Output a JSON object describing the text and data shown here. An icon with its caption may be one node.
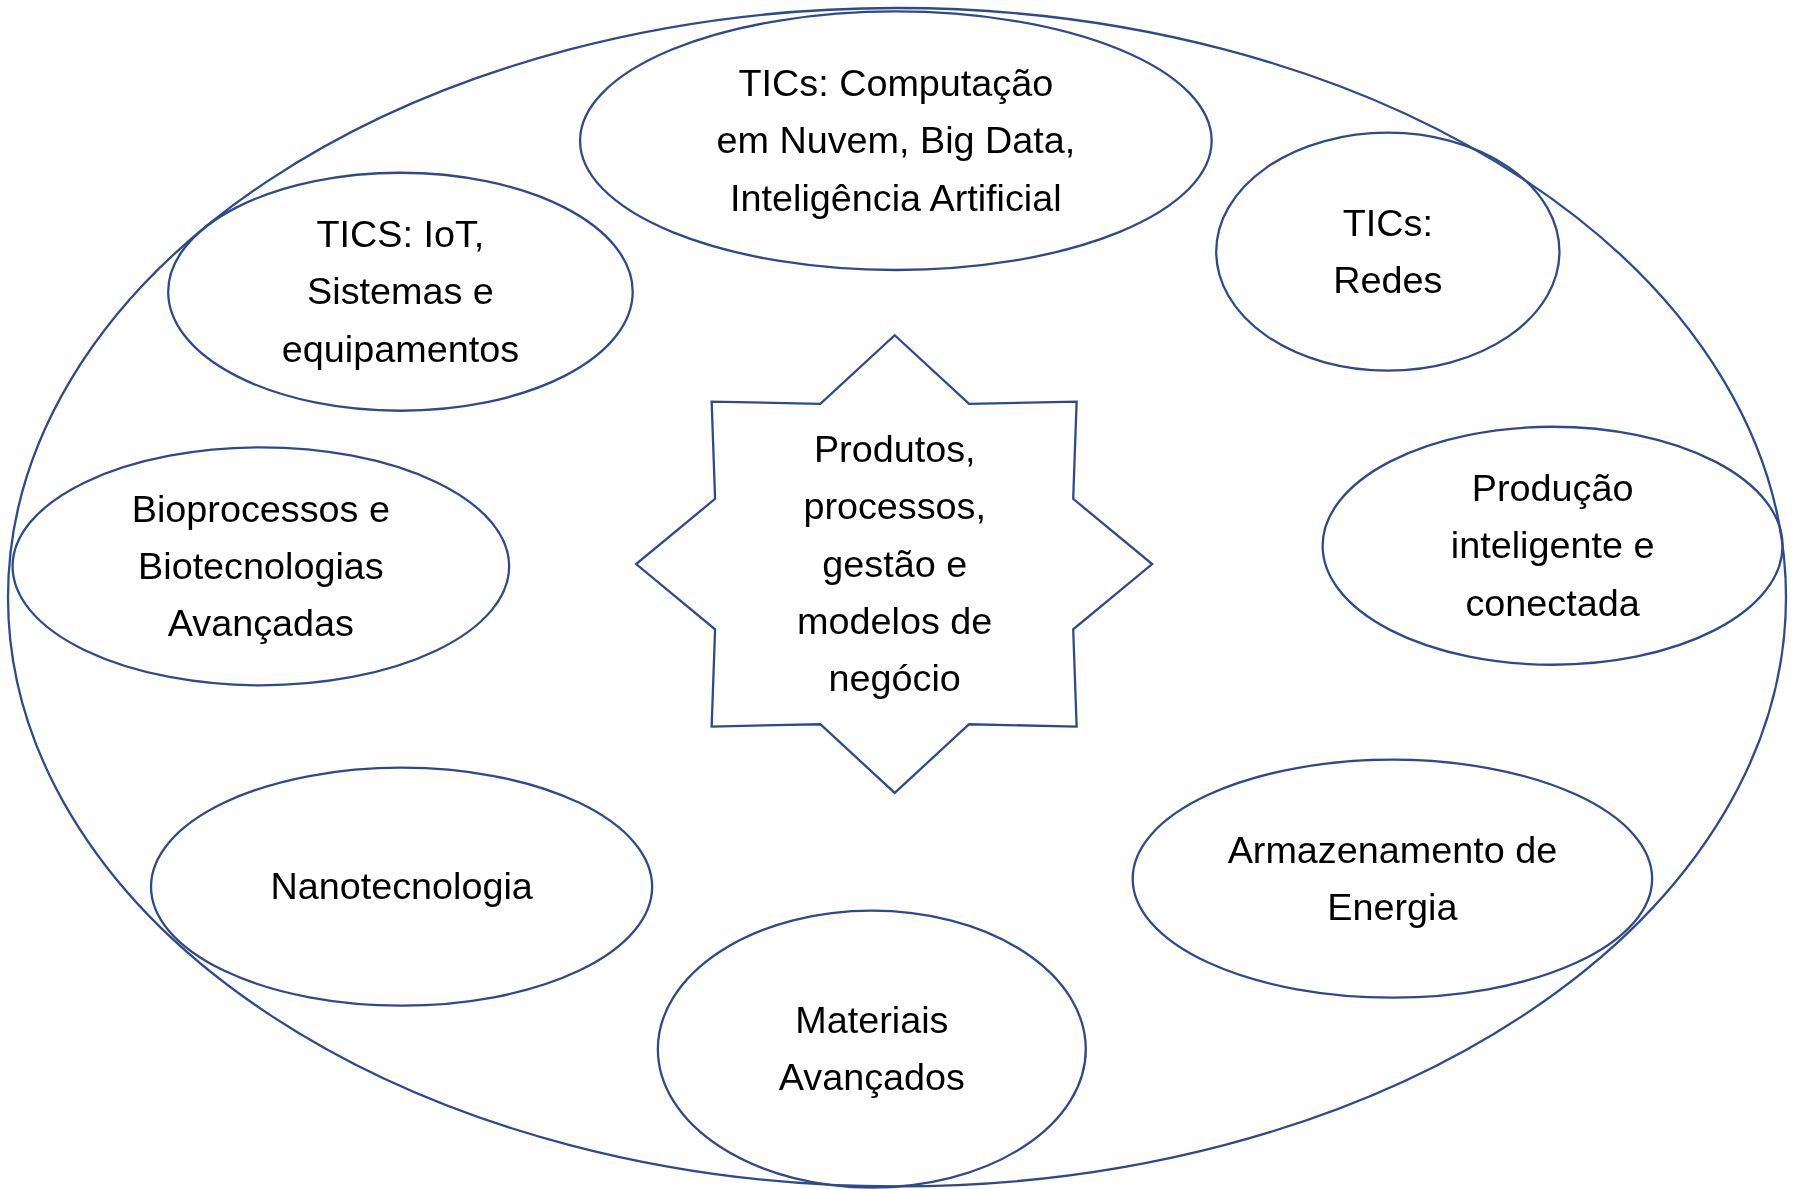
{
  "diagram": {
    "nodes": [
      {
        "text": [],
        "shape": "ellipse"
      },
      {
        "text": [
          "TICs: Computação em Nuvem, Big Data, Inteligência Artificial"
        ],
        "in": 0
      },
      {
        "text": [
          "TICS: IoT, Sistemas e equipamentos"
        ],
        "in": 0
      },
      {
        "text": [
          "TICs: Redes"
        ],
        "in": 0
      },
      {
        "text": [
          "Bioprocessos e Biotecnologias Avançadas"
        ],
        "in": 0
      },
      {
        "text": [
          "Produtos, processos, gestão e modelos de negócio"
        ],
        "in": 0
      },
      {
        "text": [
          "Produção inteligente e conectada"
        ],
        "in": 0
      },
      {
        "text": [
          "Nanotecnologia"
        ],
        "in": 0
      },
      {
        "text": [
          "Armazenamento de Energia"
        ],
        "in": 0
      },
      {
        "text": [
          "Materiais Avançados"
        ],
        "in": 0
      }
    ]
  }
}
